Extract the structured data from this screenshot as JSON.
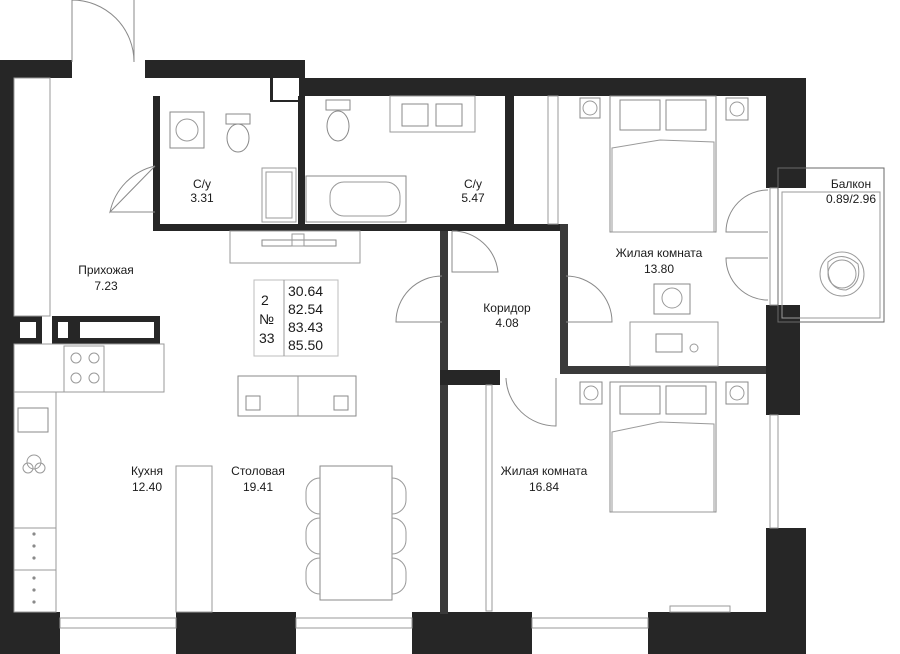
{
  "rooms": {
    "hallway": {
      "name": "Прихожая",
      "area": "7.23"
    },
    "bathroom1": {
      "name": "С/у",
      "area": "3.31"
    },
    "bathroom2": {
      "name": "С/у",
      "area": "5.47"
    },
    "bedroom1": {
      "name": "Жилая комната",
      "area": "13.80"
    },
    "balcony": {
      "name": "Балкон",
      "area": "0.89/2.96"
    },
    "corridor": {
      "name": "Коридор",
      "area": "4.08"
    },
    "kitchen": {
      "name": "Кухня",
      "area": "12.40"
    },
    "dining": {
      "name": "Столовая",
      "area": "19.41"
    },
    "bedroom2": {
      "name": "Жилая комната",
      "area": "16.84"
    }
  },
  "info": {
    "rooms_count": "2",
    "number_sign": "№",
    "apartment_number": "33",
    "values": [
      "30.64",
      "82.54",
      "83.43",
      "85.50"
    ]
  },
  "colors": {
    "wall": "#262626",
    "line": "#8a8a8a",
    "background": "#ffffff"
  }
}
